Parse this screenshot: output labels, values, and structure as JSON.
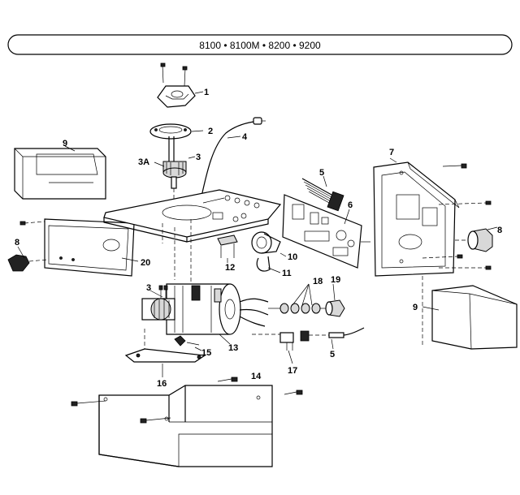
{
  "header": {
    "models": "8100 • 8100M • 8200 • 9200"
  },
  "callouts": [
    {
      "id": "p1",
      "text": "1"
    },
    {
      "id": "p2",
      "text": "2"
    },
    {
      "id": "p3a",
      "text": "3A"
    },
    {
      "id": "p3",
      "text": "3"
    },
    {
      "id": "p4",
      "text": "4"
    },
    {
      "id": "p5a",
      "text": "5"
    },
    {
      "id": "p6",
      "text": "6"
    },
    {
      "id": "p7",
      "text": "7"
    },
    {
      "id": "p8a",
      "text": "8"
    },
    {
      "id": "p8b",
      "text": "8"
    },
    {
      "id": "p9a",
      "text": "9"
    },
    {
      "id": "p9b",
      "text": "9"
    },
    {
      "id": "p10",
      "text": "10"
    },
    {
      "id": "p11",
      "text": "11"
    },
    {
      "id": "p12",
      "text": "12"
    },
    {
      "id": "p3b",
      "text": "3"
    },
    {
      "id": "p13",
      "text": "13"
    },
    {
      "id": "p14",
      "text": "14"
    },
    {
      "id": "p15",
      "text": "15"
    },
    {
      "id": "p16",
      "text": "16"
    },
    {
      "id": "p17",
      "text": "17"
    },
    {
      "id": "p18",
      "text": "18"
    },
    {
      "id": "p19",
      "text": "19"
    },
    {
      "id": "p20",
      "text": "20"
    },
    {
      "id": "p5b",
      "text": "5"
    }
  ]
}
